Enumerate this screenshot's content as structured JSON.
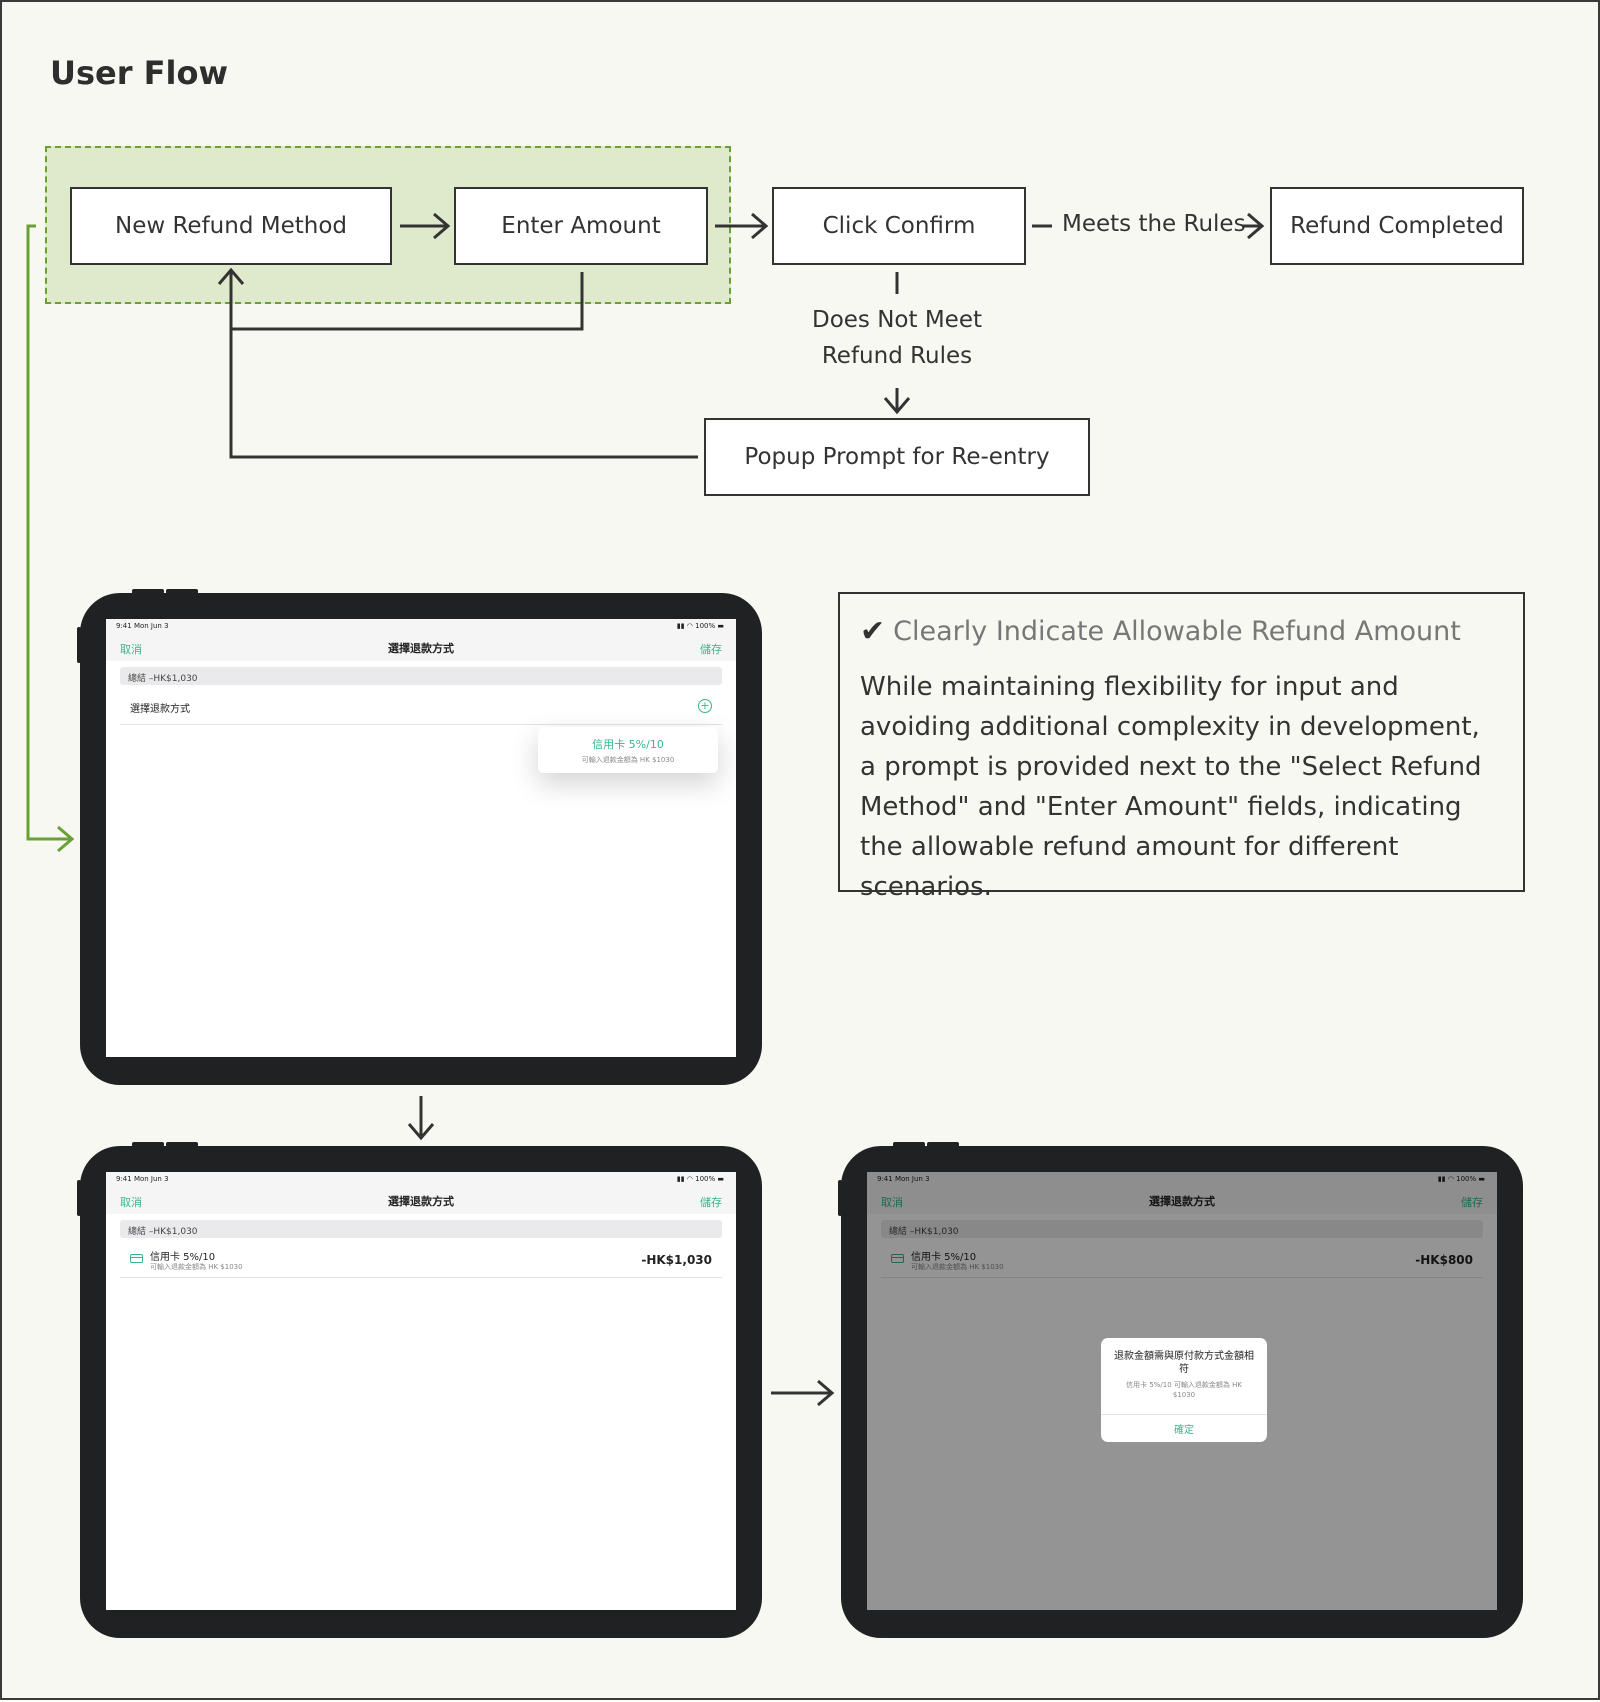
{
  "page": {
    "title": "User Flow"
  },
  "flow": {
    "nodes": {
      "new_refund_method": "New Refund Method",
      "enter_amount": "Enter Amount",
      "click_confirm": "Click Confirm",
      "refund_completed": "Refund Completed",
      "popup_prompt": "Popup Prompt for Re-entry"
    },
    "edges": {
      "meets_rules": "Meets the Rules",
      "not_meet_line1": "Does Not Meet",
      "not_meet_line2": "Refund Rules"
    },
    "colors": {
      "highlight_fill": "#dfe9cc",
      "highlight_border": "#6aa033",
      "connector_green": "#6aa033"
    }
  },
  "note": {
    "heading": "Clearly Indicate Allowable Refund Amount",
    "check_icon": "✔",
    "body": "While maintaining flexibility for input and avoiding additional complexity in development, a prompt is provided next to the \"Select Refund Method\" and \"Enter Amount\" fields, indicating the allowable refund amount for different scenarios."
  },
  "screens": {
    "status_time": "9:41  Mon Jun 3",
    "status_right": "▮▮ ◠ 100% ▬",
    "nav_cancel": "取消",
    "nav_title": "選擇退款方式",
    "nav_save": "儲存",
    "summary": "總結 –HK$1,030",
    "select_method_label": "選擇退款方式",
    "add_icon": "+",
    "tooltip_title": "信用卡 5%/10",
    "tooltip_sub": "可輸入退款金額為 HK $1030",
    "method_name": "信用卡 5%/10",
    "method_sub": "可輸入退款金額為 HK $1030",
    "amount_screen2": "-HK$1,030",
    "amount_screen3": "-HK$800",
    "alert_title": "退款金額需與原付款方式金額相符",
    "alert_sub": "信用卡 5%/10 可輸入退款金額為 HK $1030",
    "alert_ok": "確定",
    "accent": "#3cb48a"
  }
}
